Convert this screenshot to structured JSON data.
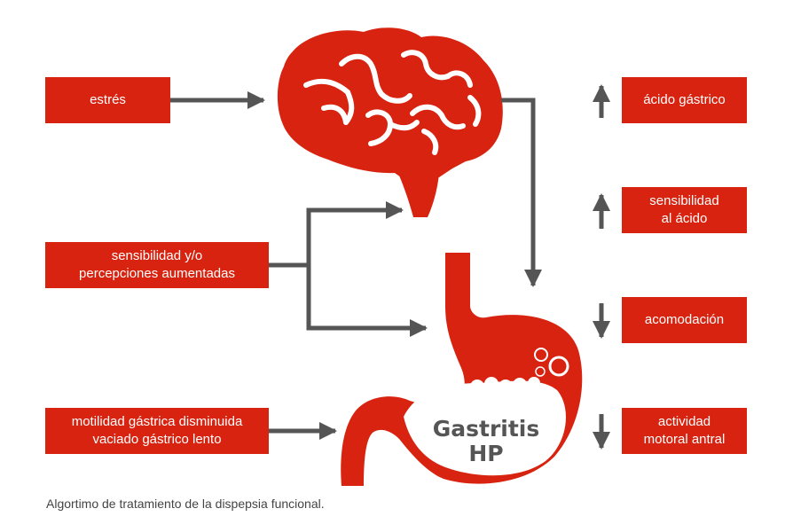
{
  "left_factors": {
    "stress": "estrés",
    "sensitivity": "sensibilidad y/o\npercepciones aumentadas",
    "motility": "motilidad gástrica disminuida\nvaciado gástrico lento"
  },
  "right_effects": {
    "gastric_acid": "ácido gástrico",
    "acid_sensitivity": "sensibilidad\nal ácido",
    "accommodation": "acomodación",
    "antral_activity": "actividad\nmotoral antral"
  },
  "center_label": {
    "line1": "Gastritis",
    "line2": "HP"
  },
  "caption": "Algortimo de tratamiento de la dispepsia funcional.",
  "colors": {
    "accent": "#d7230f",
    "arrow": "#555555",
    "text_dark": "#555555"
  }
}
